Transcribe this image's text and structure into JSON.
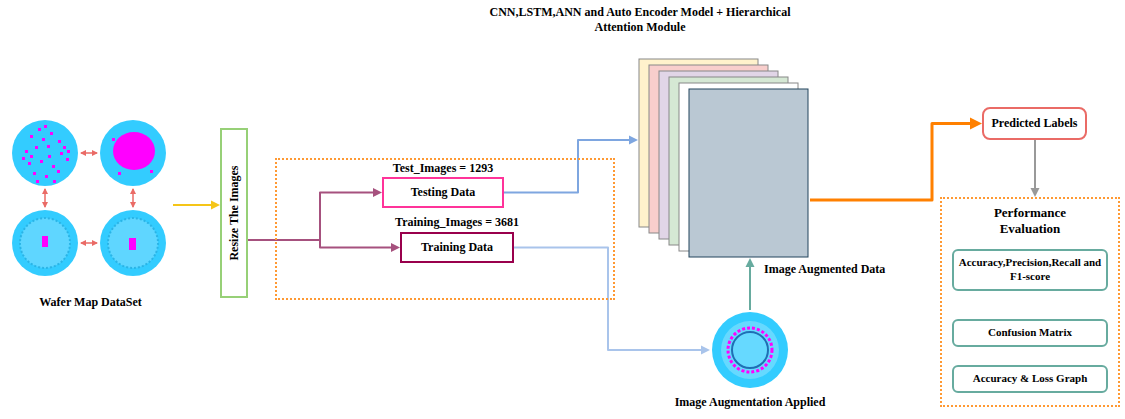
{
  "diagram": {
    "nodes": [
      {
        "text": [
          "Wafer Map DataSet"
        ]
      },
      {
        "text": [
          "Resize The Images"
        ]
      },
      {
        "text": [
          "Test_Images = 1293",
          "Training_Images = 3681"
        ]
      },
      {
        "text": [
          "Testing Data"
        ],
        "in": 2
      },
      {
        "text": [
          "Training Data"
        ],
        "in": 2
      },
      {
        "text": [
          "CNN,LSTM,ANN and Auto Encoder Model + Hierarchical Attention Module"
        ]
      },
      {
        "text": [
          "Image Augmentation Applied"
        ]
      },
      {
        "text": [
          "Predicted Labels"
        ]
      },
      {
        "text": [
          "Performance Evaluation"
        ]
      },
      {
        "text": [
          "Accuracy,Precision,Recall and F1-score"
        ],
        "in": 8
      },
      {
        "text": [
          "Confusion Matrix"
        ],
        "in": 8
      },
      {
        "text": [
          "Accuracy & Loss Graph"
        ],
        "in": 8
      }
    ],
    "edges": [
      {
        "from": 0,
        "to": 1,
        "arrow": "to"
      },
      {
        "from": 1,
        "to": 3,
        "arrow": "to"
      },
      {
        "from": 1,
        "to": 4,
        "arrow": "to"
      },
      {
        "from": 3,
        "to": 5,
        "arrow": "to"
      },
      {
        "from": 4,
        "to": 6,
        "arrow": "to"
      },
      {
        "from": 6,
        "to": 5,
        "label": "Image Augmented Data",
        "arrow": "to"
      },
      {
        "from": 5,
        "to": 7,
        "arrow": "to"
      },
      {
        "from": 7,
        "to": 8,
        "arrow": "to"
      }
    ]
  }
}
